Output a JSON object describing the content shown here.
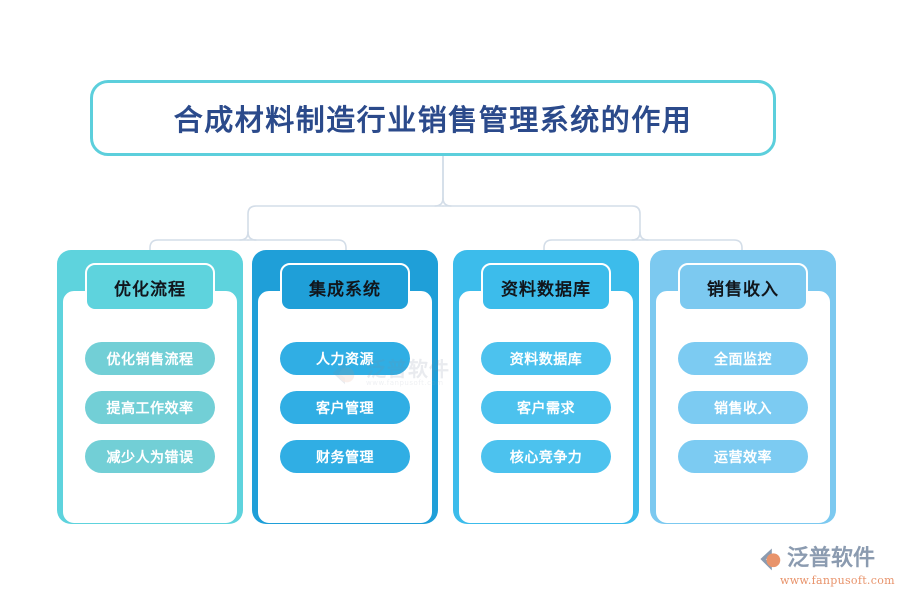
{
  "title": {
    "text": "合成材料制造行业销售管理系统的作用",
    "border_color": "#5ccfdc",
    "text_color": "#2b4a8b"
  },
  "diagram": {
    "type": "hierarchy-tree",
    "connector_color": "#d3dde8",
    "columns": [
      {
        "header": "优化流程",
        "accent": "#5ed3dd",
        "pill_color": "#72cfd6",
        "items": [
          "优化销售流程",
          "提高工作效率",
          "减少人为错误"
        ]
      },
      {
        "header": "集成系统",
        "accent": "#1f9fd8",
        "pill_color": "#30aee4",
        "items": [
          "人力资源",
          "客户管理",
          "财务管理"
        ]
      },
      {
        "header": "资料数据库",
        "accent": "#3cbceb",
        "pill_color": "#4cc2ee",
        "items": [
          "资料数据库",
          "客户需求",
          "核心竞争力"
        ]
      },
      {
        "header": "销售收入",
        "accent": "#7cc9f0",
        "pill_color": "#7ccbf2",
        "items": [
          "全面监控",
          "销售收入",
          "运营效率"
        ]
      }
    ]
  },
  "watermark": {
    "brand": "泛普软件",
    "url": "www.fanpusoft.com",
    "brand_color": "#8b9bb0",
    "url_color": "#e8936b"
  }
}
